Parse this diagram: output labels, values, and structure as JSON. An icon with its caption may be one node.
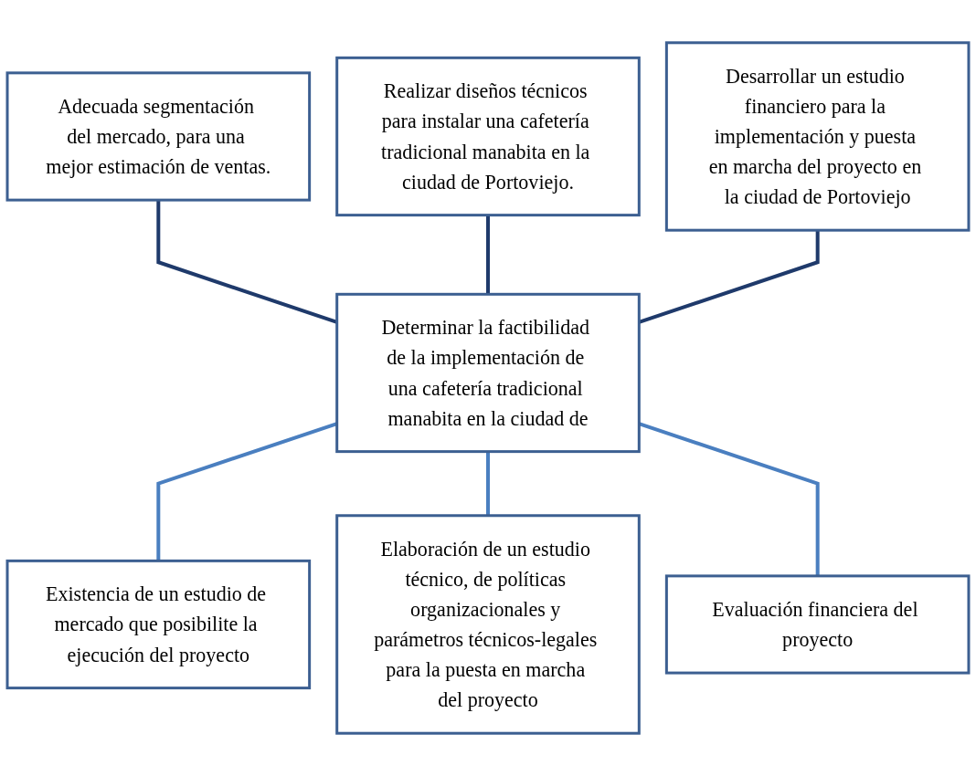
{
  "diagram": {
    "nodes": [
      {
        "text": [
          "Adecuada segmentación del mercado, para una mejor estimación de ventas."
        ]
      },
      {
        "text": [
          "Realizar diseños técnicos para instalar una cafetería tradicional manabita en la ciudad de Portoviejo."
        ]
      },
      {
        "text": [
          "Desarrollar un estudio financiero para la implementación y puesta en marcha del proyecto en la ciudad de Portoviejo"
        ]
      },
      {
        "text": [
          "Determinar la factibilidad de la implementación de una cafetería tradicional manabita en la ciudad de"
        ]
      },
      {
        "text": [
          "Existencia de un estudio de mercado que posibilite la ejecución del proyecto"
        ]
      },
      {
        "text": [
          "Elaboración de un estudio técnico, de políticas organizacionales y parámetros técnicos-legales para la puesta en marcha del proyecto"
        ]
      },
      {
        "text": [
          "Evaluación financiera del proyecto"
        ]
      }
    ],
    "edges": [
      {
        "from": 0,
        "to": 3,
        "arrow": "none"
      },
      {
        "from": 1,
        "to": 3,
        "arrow": "none"
      },
      {
        "from": 2,
        "to": 3,
        "arrow": "none"
      },
      {
        "from": 3,
        "to": 4,
        "arrow": "none"
      },
      {
        "from": 3,
        "to": 5,
        "arrow": "none"
      },
      {
        "from": 3,
        "to": 6,
        "arrow": "none"
      }
    ]
  }
}
